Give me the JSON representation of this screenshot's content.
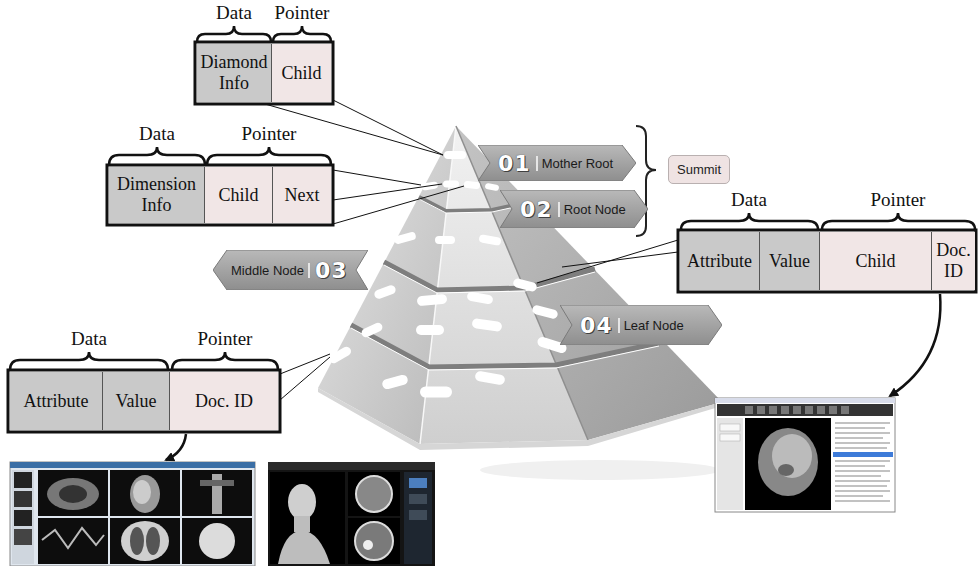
{
  "diagram": {
    "nodes": [
      {
        "text": [
          "Diamond Info"
        ]
      },
      {
        "text": [
          "Child"
        ]
      },
      {
        "text": [
          "Dimension Info"
        ]
      },
      {
        "text": [
          "Child"
        ]
      },
      {
        "text": [
          "Next"
        ]
      },
      {
        "text": [
          "01",
          "Mother Root"
        ]
      },
      {
        "text": [
          "Summit"
        ]
      },
      {
        "text": [
          "02",
          "Root Node"
        ]
      },
      {
        "text": [
          "Attribute"
        ]
      },
      {
        "text": [
          "Value"
        ]
      },
      {
        "text": [
          "Child"
        ]
      },
      {
        "text": [
          "Doc. ID"
        ]
      },
      {
        "text": [
          "Middle Node",
          "03"
        ]
      },
      {
        "text": [
          "04",
          "Leaf Node"
        ]
      },
      {
        "text": [
          "Attribute"
        ]
      },
      {
        "text": [
          "Value"
        ]
      },
      {
        "text": [
          "Doc. ID"
        ]
      }
    ],
    "labels": [
      "Data",
      "Pointer",
      "Data",
      "Pointer",
      "Data",
      "Pointer",
      "Data",
      "Pointer"
    ]
  }
}
